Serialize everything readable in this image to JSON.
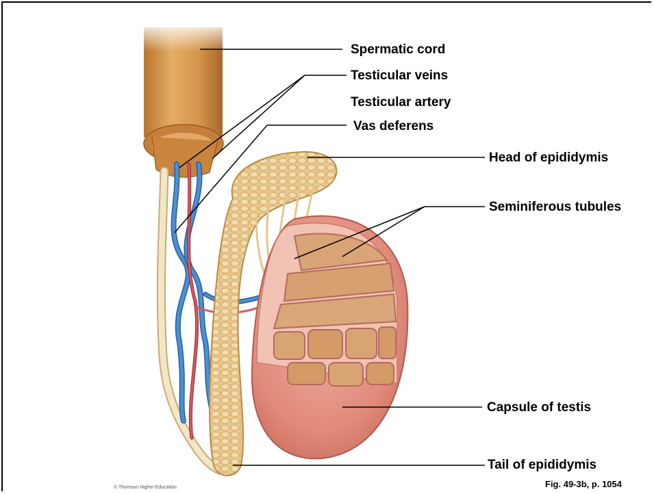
{
  "labels": {
    "spermatic_cord": "Spermatic cord",
    "testicular_veins": "Testicular veins",
    "testicular_artery": "Testicular artery",
    "vas_deferens": "Vas deferens",
    "head_of_epididymis": "Head of epididymis",
    "seminiferous_tubules": "Seminiferous tubules",
    "capsule_of_testis": "Capsule of testis",
    "tail_of_epididymis": "Tail of epididymis"
  },
  "credit": "© Thomson Higher Education",
  "figure_ref": "Fig. 49-3b, p. 1054",
  "colors": {
    "cord": "#d69a52",
    "vein": "#3c82c8",
    "artery": "#c8444a",
    "vas": "#f0e0b8",
    "epididymis": "#e8c98a",
    "capsule": "#e2877c",
    "tubule": "#d9b07a"
  }
}
